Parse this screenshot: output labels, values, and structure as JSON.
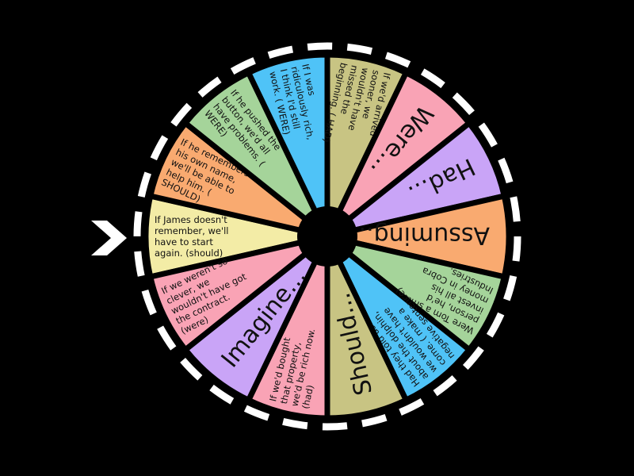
{
  "wheel": {
    "segments": [
      {
        "text": "If James doesn't remember, we'll have to start again. (should)",
        "color": "#f3eca6",
        "big": false
      },
      {
        "text": "If he remembers his own name, we'll be able to help him. ( SHOULD)",
        "color": "#f9aa70",
        "big": false
      },
      {
        "text": "If he pushed the button, we'd all have problems. ( WERE)",
        "color": "#a5d49a",
        "big": false
      },
      {
        "text": "If I was ridiculously rich, I think I'd still work. ( WERE)",
        "color": "#4fc3f7",
        "big": false
      },
      {
        "text": "If we'd arrived sooner, we wouldn't have missed the beginning. ( HAD)",
        "color": "#c8c483",
        "big": false
      },
      {
        "text": "Were...",
        "color": "#f9a3b5",
        "big": true
      },
      {
        "text": "Had...",
        "color": "#c9a4f7",
        "big": true
      },
      {
        "text": "Assuming...",
        "color": "#f9aa70",
        "big": true
      },
      {
        "text": "Were Tom a smart person, he'd invest all his money in Cobra Industries.",
        "color": "#a5d49a",
        "big": false
      },
      {
        "text": "Had they told us about the dolphin, we wouldn't have come. ( make a negative sentence)",
        "color": "#4fc3f7",
        "big": false
      },
      {
        "text": "Should...",
        "color": "#c8c483",
        "big": true
      },
      {
        "text": "If we'd bought that property, we'd be rich now. (had)",
        "color": "#f9a3b5",
        "big": false
      },
      {
        "text": "Imagine...",
        "color": "#c9a4f7",
        "big": true
      },
      {
        "text": "If we weren't so clever, we wouldn't have got the contract. (were)",
        "color": "#f9a3b5",
        "big": false
      }
    ],
    "pointer_icon": "chevron-right-icon",
    "ring_color": "#ffffff"
  }
}
